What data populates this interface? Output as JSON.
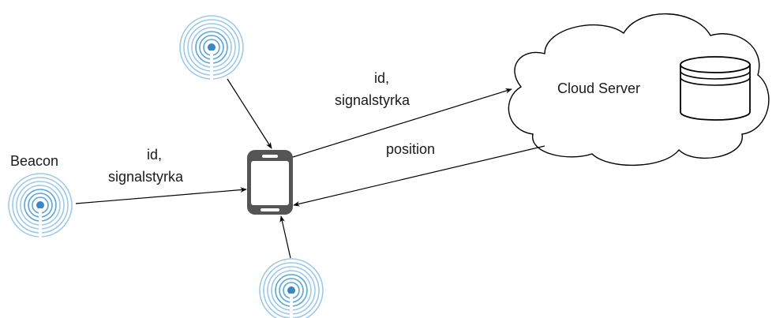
{
  "labels": {
    "beacon": "Beacon",
    "left_edge_line1": "id,",
    "left_edge_line2": "signalstyrka",
    "top_edge_line1": "id,",
    "top_edge_line2": "signalstyrka",
    "position": "position",
    "cloud": "Cloud Server"
  },
  "colors": {
    "beacon_ring": "#9ec9e8",
    "beacon_ring_inner": "#5aa6d6",
    "beacon_center": "#3b86c4",
    "phone_body": "#555555",
    "phone_screen": "#ffffff",
    "line": "#000000"
  },
  "icons": {
    "beacon": "beacon-icon",
    "phone": "smartphone-icon",
    "cloud": "cloud-icon",
    "database": "database-icon"
  }
}
